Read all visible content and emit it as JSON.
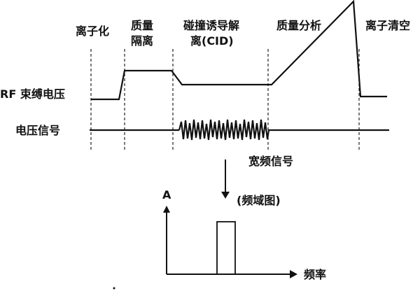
{
  "stages": {
    "ionization": "离子化",
    "mass_isolation_line1": "质量",
    "mass_isolation_line2": "隔离",
    "cid_line1": "碰撞诱导解",
    "cid_line2": "离(CID)",
    "mass_analysis": "质量分析",
    "ion_clearing": "离子清空"
  },
  "rows": {
    "rf_trap_voltage": "RF 束缚电压",
    "voltage_signal": "电压信号"
  },
  "annotations": {
    "broadband_signal": "宽频信号",
    "frequency_domain": "(频域图)"
  },
  "spectrum": {
    "y_axis_label": "A",
    "x_axis_label": "频率"
  }
}
